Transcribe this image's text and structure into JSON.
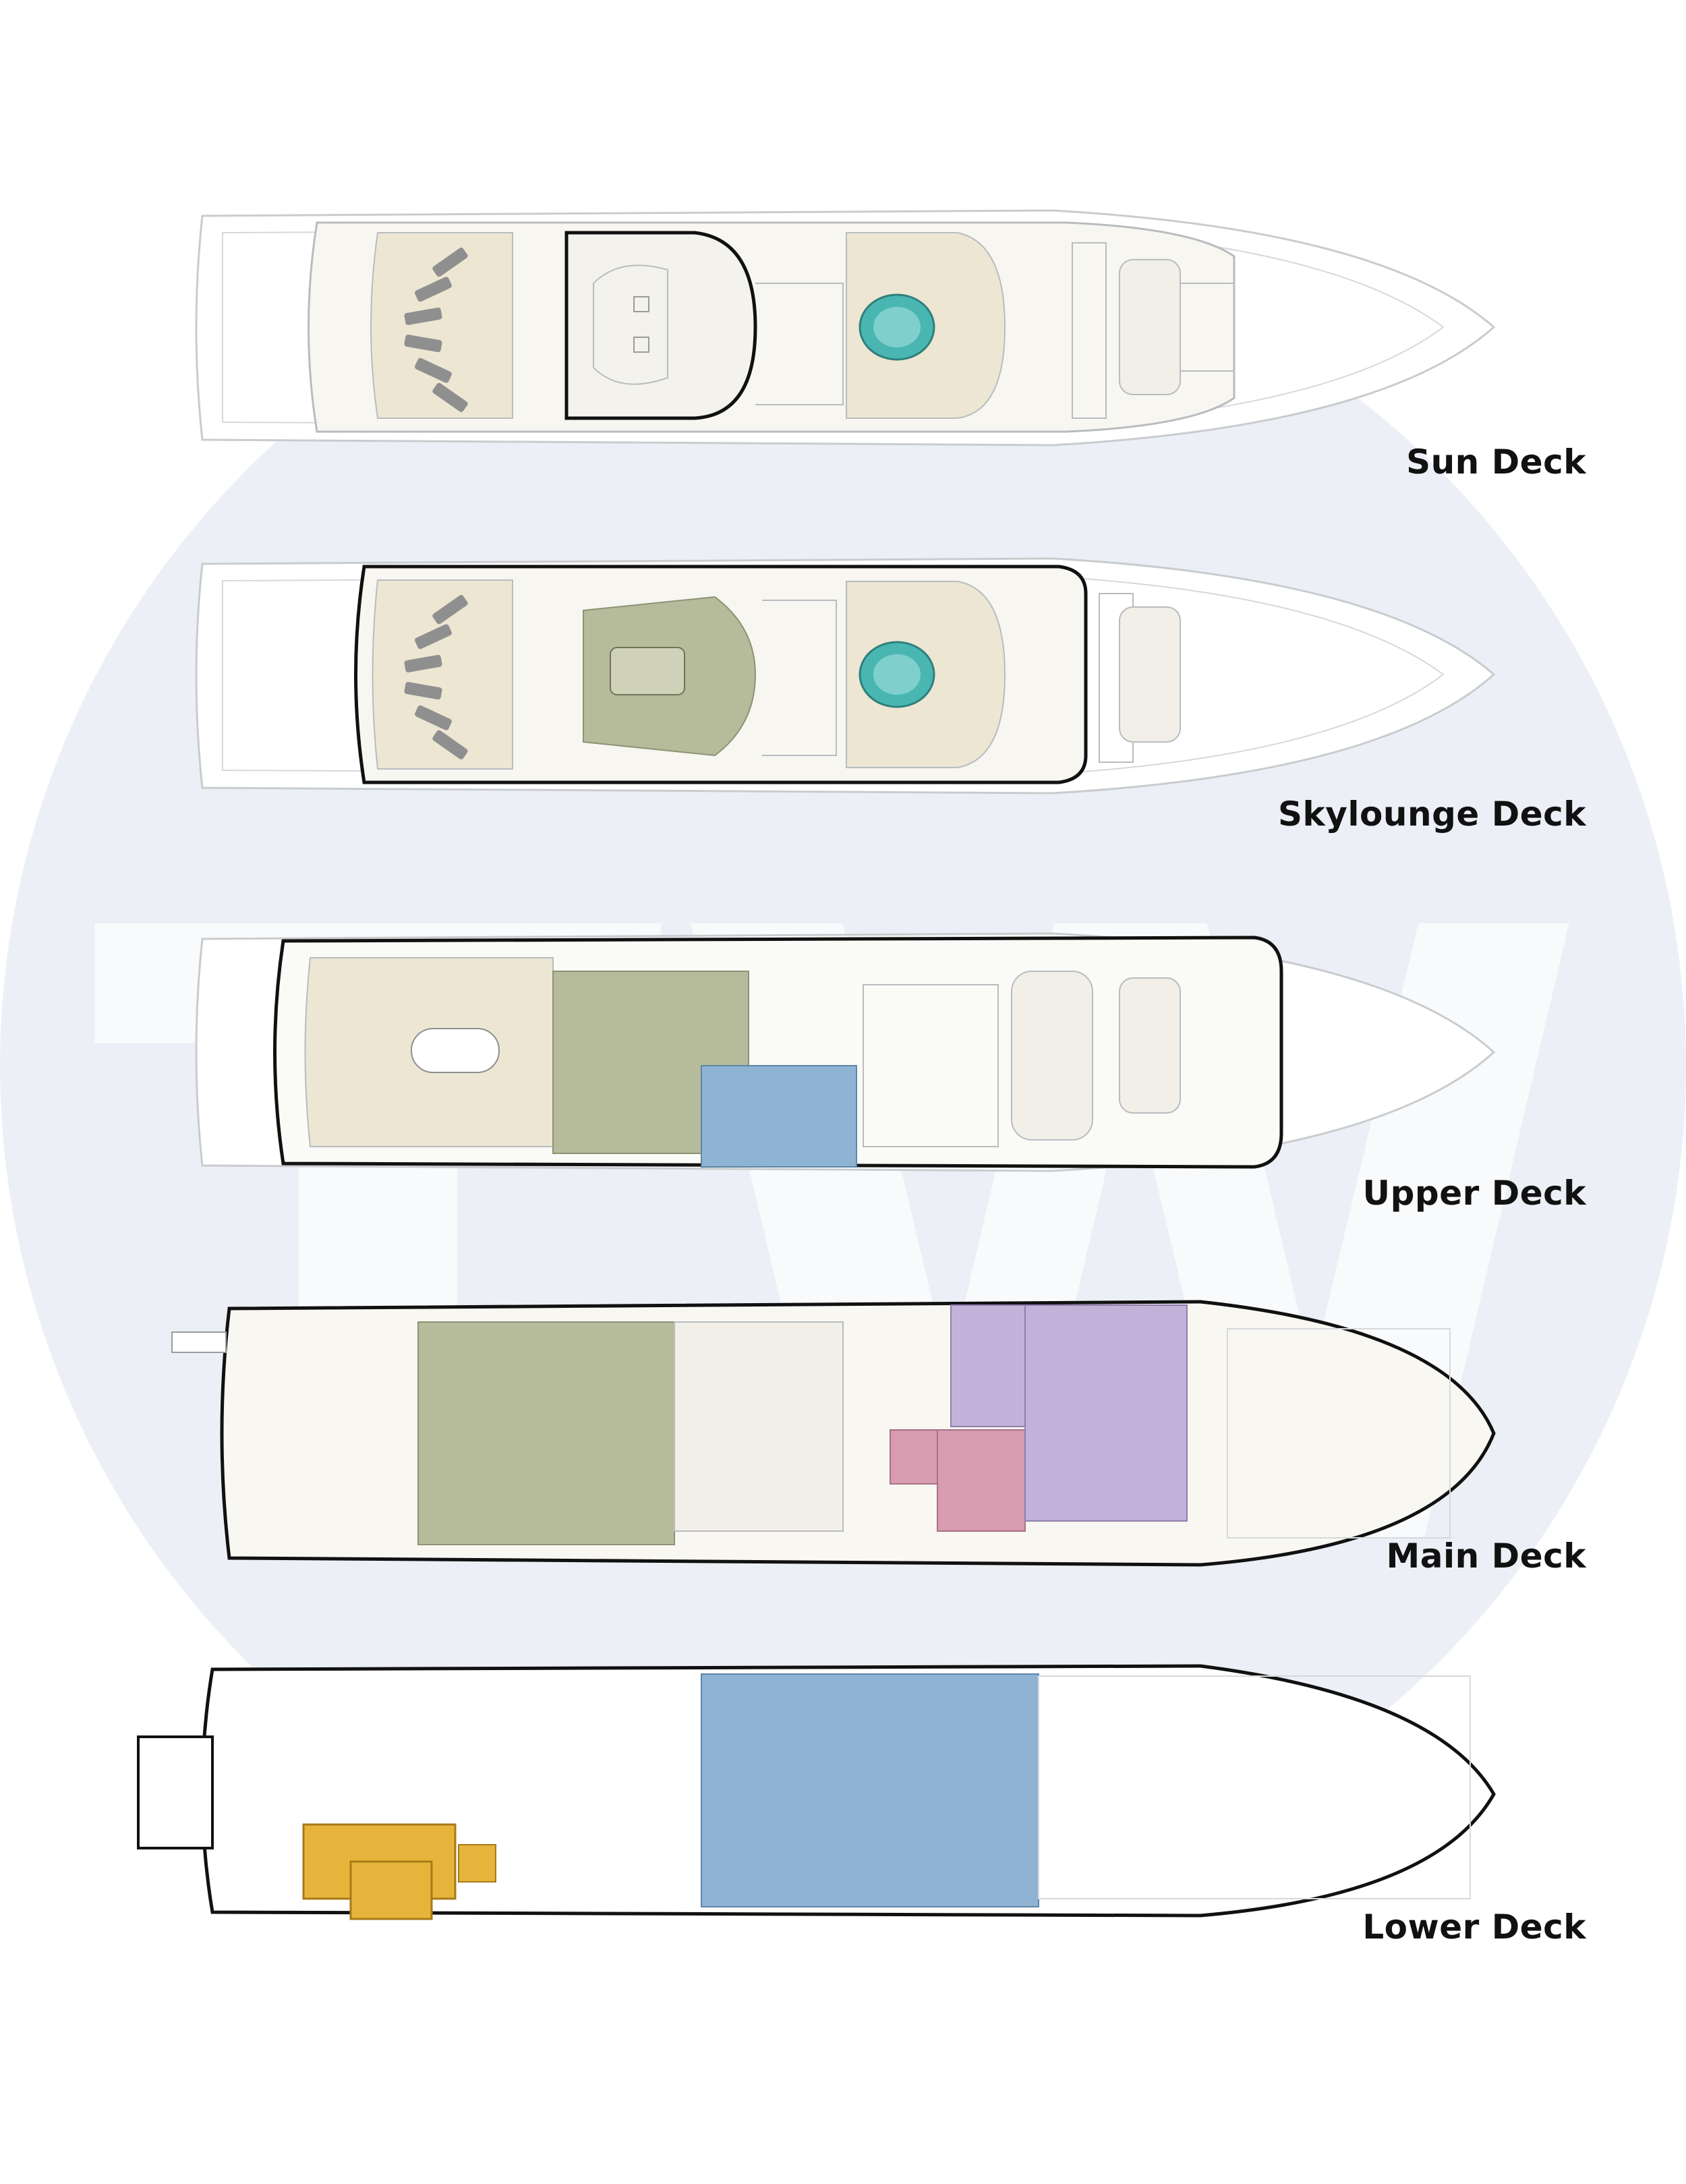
{
  "watermark": {
    "letters": "TW",
    "color": "#e9edf4"
  },
  "colors": {
    "hull_line": "#c9ccce",
    "deck_outline": "#111111",
    "sand": "#ece6d3",
    "olive": "#b6bc9b",
    "blue": "#8fb4d3",
    "pink": "#d89cb1",
    "lavender": "#c2b2d9",
    "yellow": "#e7b43b",
    "teal": "#49b6b2"
  },
  "decks": [
    {
      "id": "sun",
      "label": "Sun Deck"
    },
    {
      "id": "skylounge",
      "label": "Skylounge Deck"
    },
    {
      "id": "upper",
      "label": "Upper Deck"
    },
    {
      "id": "main",
      "label": "Main Deck"
    },
    {
      "id": "lower",
      "label": "Lower Deck"
    }
  ]
}
